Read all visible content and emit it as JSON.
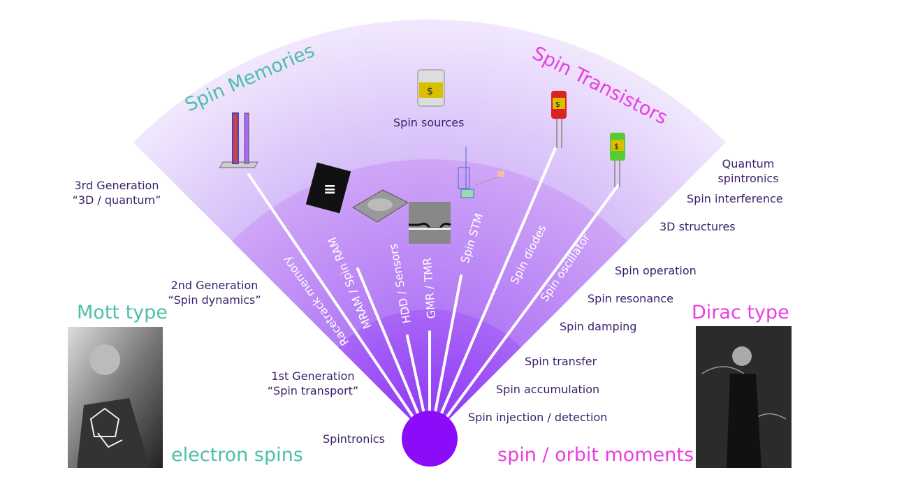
{
  "colors": {
    "teal": "#4dbfa8",
    "pink": "#e83fe0",
    "text": "#3a1f6b",
    "core": "#8a0cf8",
    "band_inner": "#a560f6",
    "band_middle": "#c99cf6",
    "band_outer": "#e9dcfb"
  },
  "titles": {
    "left": "Spin Memories",
    "right": "Spin Transistors"
  },
  "center_label": "Spintronics",
  "spin_sources": "Spin sources",
  "generations": [
    {
      "line1": "3rd Generation",
      "line2": "“3D / quantum”"
    },
    {
      "line1": "2nd Generation",
      "line2": "“Spin dynamics”"
    },
    {
      "line1": "1st Generation",
      "line2": "“Spin transport”"
    }
  ],
  "rays": [
    "Racetrack memory",
    "MRAM / Spin RAM",
    "HDD / Sensors",
    "GMR / TMR",
    "Spin STM",
    "Spin diodes",
    "Spin oscillator"
  ],
  "phenomena": [
    "Spin injection / detection",
    "Spin accumulation",
    "Spin transfer",
    "Spin damping",
    "Spin resonance",
    "Spin operation",
    "3D structures",
    "Spin interference"
  ],
  "quantum": {
    "line1": "Quantum",
    "line2": "spintronics"
  },
  "left_side": {
    "type": "Mott type",
    "caption": "electron spins"
  },
  "right_side": {
    "type": "Dirac type",
    "caption": "spin / orbit moments"
  },
  "icons": [
    "battery-icon",
    "racetrack-icon",
    "chip-icon",
    "hard-disk-icon",
    "gmr-micrograph-icon",
    "stm-diagram-icon",
    "transistor-red-icon",
    "transistor-green-icon"
  ]
}
